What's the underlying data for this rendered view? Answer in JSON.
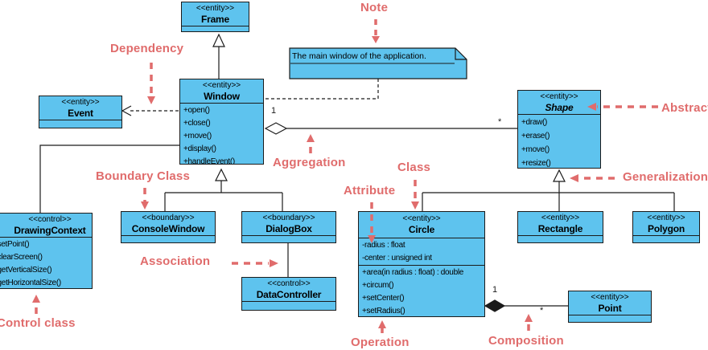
{
  "diagram": {
    "classes": {
      "frame": {
        "stereotype": "<<entity>>",
        "name": "Frame"
      },
      "window": {
        "stereotype": "<<entity>>",
        "name": "Window",
        "operations": [
          "+open()",
          "+close()",
          "+move()",
          "+display()",
          "+handleEvent()"
        ]
      },
      "event": {
        "stereotype": "<<entity>>",
        "name": "Event"
      },
      "shape": {
        "stereotype": "<<entity>>",
        "name": "Shape",
        "operations": [
          "+draw()",
          "+erase()",
          "+move()",
          "+resize()"
        ]
      },
      "drawing_context": {
        "stereotype": "<<control>>",
        "name": "DrawingContext",
        "operations": [
          "+setPoint()",
          "+clearScreen()",
          "+getVerticalSize()",
          "+getHorizontalSize()"
        ]
      },
      "console_window": {
        "stereotype": "<<boundary>>",
        "name": "ConsoleWindow"
      },
      "dialog_box": {
        "stereotype": "<<boundary>>",
        "name": "DialogBox"
      },
      "data_controller": {
        "stereotype": "<<control>>",
        "name": "DataController"
      },
      "circle": {
        "stereotype": "<<entity>>",
        "name": "Circle",
        "attributes": [
          "-radius : float",
          "-center : unsigned int"
        ],
        "operations": [
          "+area(in radius : float) : double",
          "+circum()",
          "+setCenter()",
          "+setRadius()"
        ]
      },
      "rectangle": {
        "stereotype": "<<entity>>",
        "name": "Rectangle"
      },
      "polygon": {
        "stereotype": "<<entity>>",
        "name": "Polygon"
      },
      "point": {
        "stereotype": "<<entity>>",
        "name": "Point"
      }
    },
    "note_text": "The main window of the application.",
    "annotations": {
      "note": "Note",
      "dependency": "Dependency",
      "abstract_class": "Abstract Class",
      "aggregation": "Aggregation",
      "class": "Class",
      "boundary_class": "Boundary Class",
      "attribute": "Attribute",
      "generalization": "Generalization",
      "association": "Association",
      "control_class": "Control class",
      "operation": "Operation",
      "composition": "Composition"
    },
    "multiplicities": {
      "aggregation_one": "1",
      "aggregation_many": "*",
      "composition_one": "1",
      "composition_many": "*"
    },
    "colors": {
      "class_fill": "#5ec3ee",
      "annotation_red": "#e06c6c",
      "line": "#1b1b1b"
    }
  }
}
